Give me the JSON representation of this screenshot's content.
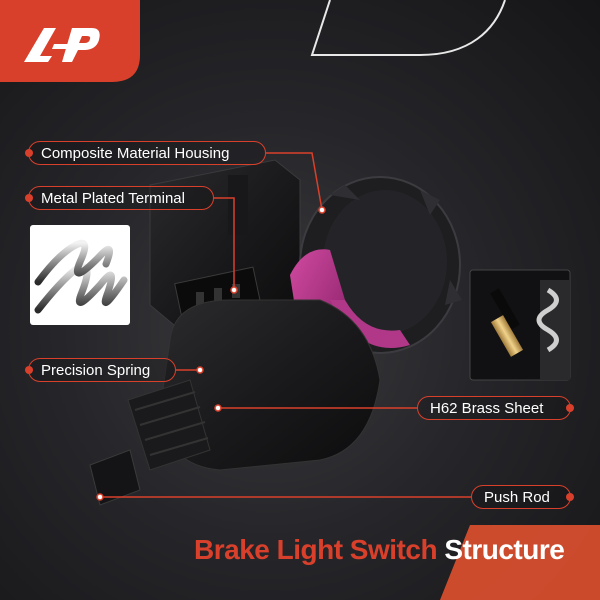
{
  "brand": {
    "logo_text": "A-P",
    "accent_color": "#d9402b"
  },
  "callouts": {
    "housing": "Composite Material Housing",
    "terminal": "Metal Plated Terminal",
    "spring": "Precision Spring",
    "brass": "H62 Brass Sheet",
    "rod": "Push Rod"
  },
  "title": {
    "part1": "Brake Light Switch",
    "part2": "Structure"
  }
}
